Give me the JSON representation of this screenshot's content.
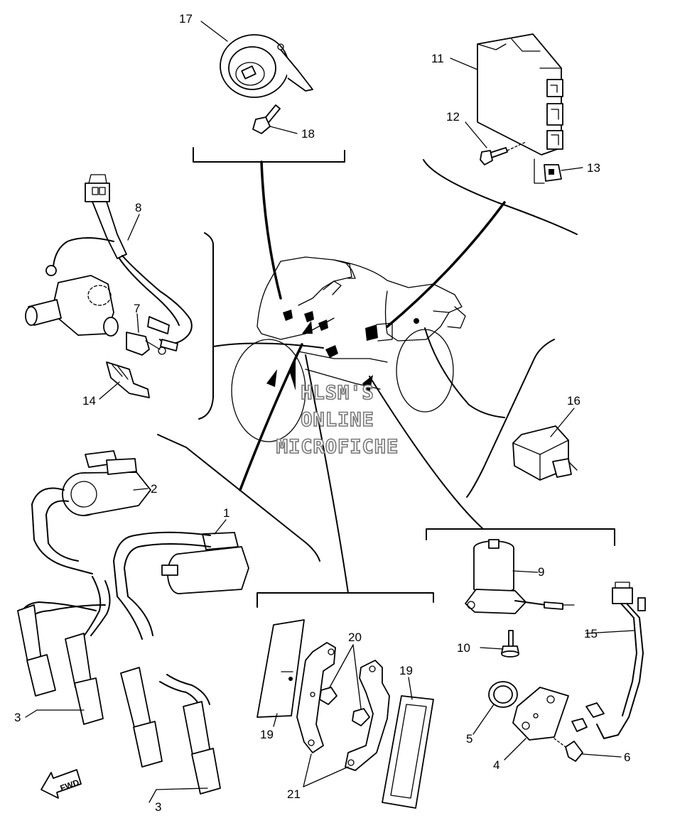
{
  "watermark": {
    "line1": "HLSM'S",
    "line2": "ONLINE",
    "line3": "MICROFICHE"
  },
  "fwd_label": "FWD",
  "callouts": {
    "c1": "1",
    "c2": "2",
    "c3a": "3",
    "c3b": "3",
    "c4": "4",
    "c5": "5",
    "c6": "6",
    "c7": "7",
    "c8": "8",
    "c9": "9",
    "c10": "10",
    "c11": "11",
    "c12": "12",
    "c13": "13",
    "c14": "14",
    "c15": "15",
    "c16": "16",
    "c17": "17",
    "c18": "18",
    "c19a": "19",
    "c19b": "19",
    "c20": "20",
    "c21": "21"
  }
}
